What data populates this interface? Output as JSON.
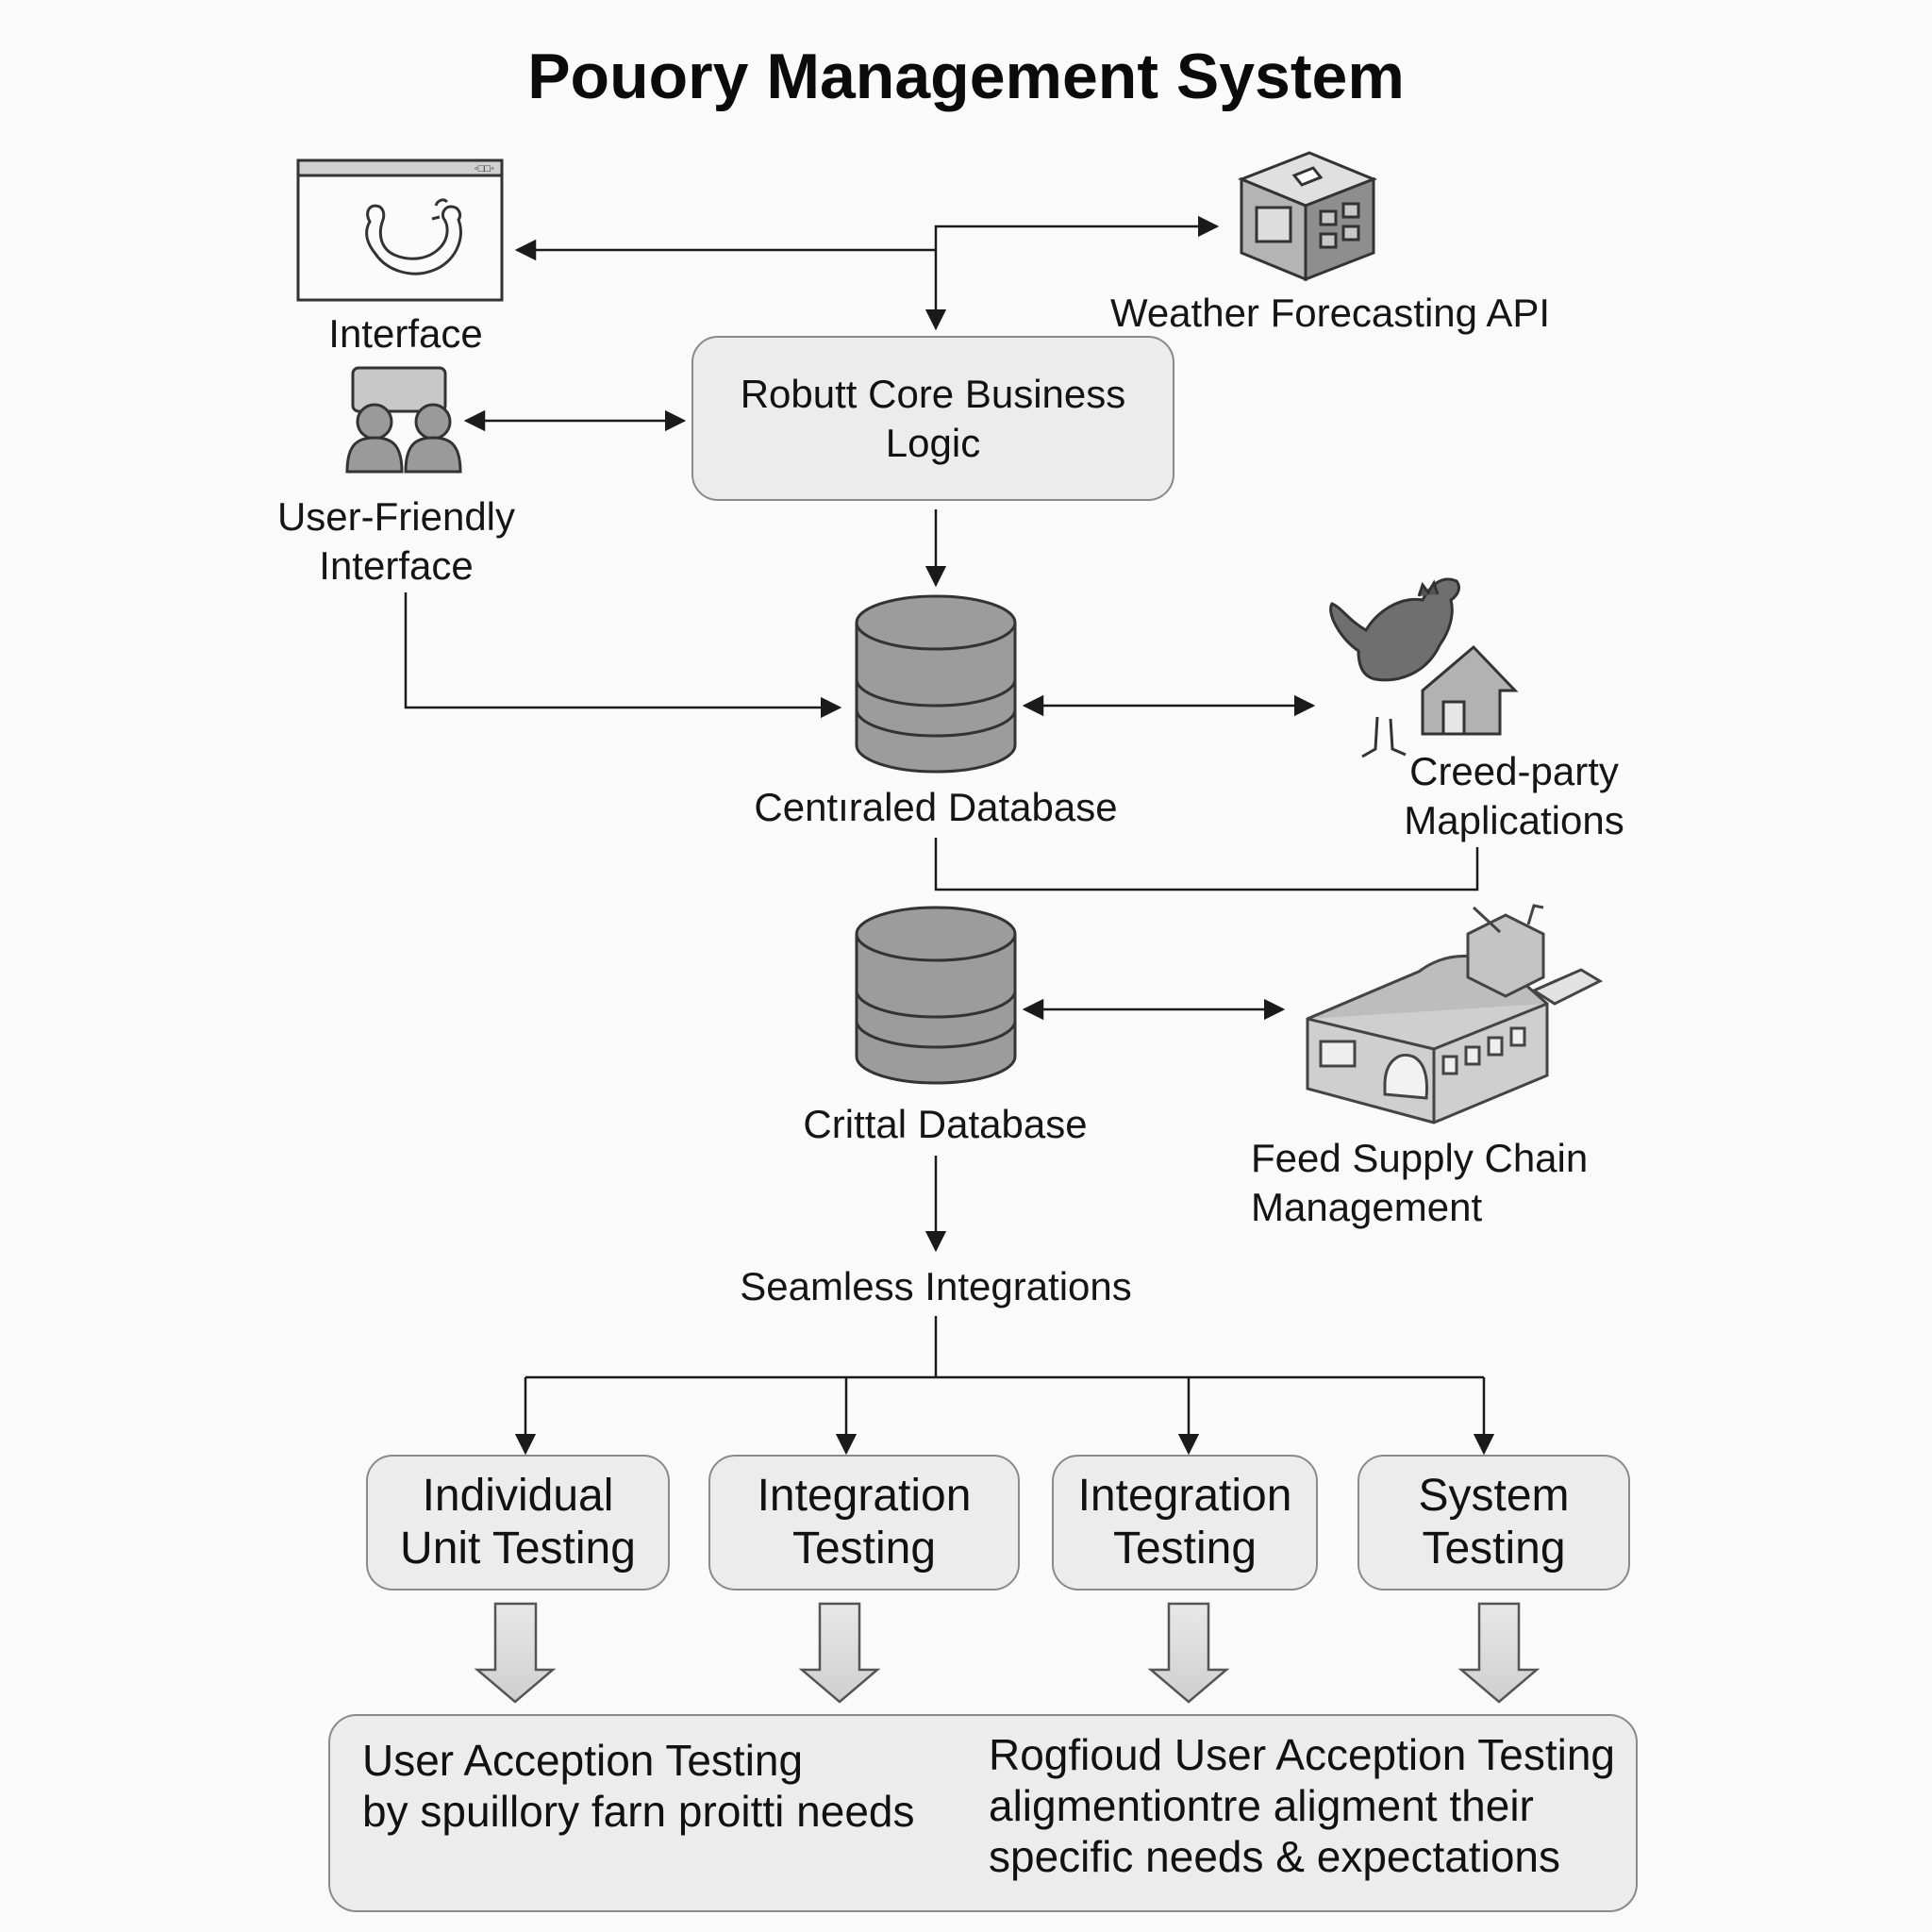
{
  "title": "Pouory Management System",
  "nodes": {
    "interface": "Interface",
    "weather_api": "Weather Forecasting API",
    "core_logic": "Robutt Core Business\nLogic",
    "user_friendly": "User-Friendly\nInterface",
    "central_db": "Centıraled Database",
    "third_party": "Creed-party\nMaplications",
    "critical_db": "Crittal Database",
    "feed_supply": "Feed Supply Chain\nManagement",
    "integrations": "Seamless Integrations"
  },
  "testing": [
    "Individual\nUnit Testing",
    "Integration\nTesting",
    "Integration\nTesting",
    "System\nTesting"
  ],
  "acceptance": {
    "left": "User Acception Testing\nby spuillory farn proitti needs",
    "right": "Rogfioud User Acception Testing\naligmentiontre aligment their\nspecific needs & expectations"
  },
  "browser_controls": "◦□□◦",
  "colors": {
    "line": "#1a1a1a",
    "icon_fill": "#9a9a9a",
    "box_fill": "#ececec"
  },
  "icons": [
    "browser-chicken-icon",
    "users-icon",
    "api-cube-icon",
    "database-icon",
    "chicken-house-icon",
    "farm-building-icon"
  ]
}
